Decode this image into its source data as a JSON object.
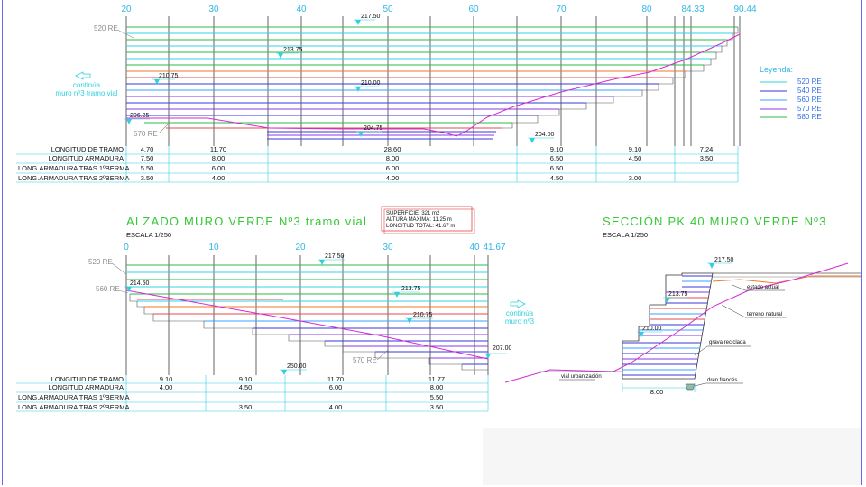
{
  "top": {
    "axis": [
      "20",
      "30",
      "40",
      "50",
      "60",
      "70",
      "80",
      "84.33",
      "90.44"
    ],
    "layer_labels": [
      "520 RE",
      "570 RE"
    ],
    "continua": [
      "continúa",
      "muro nº3  tramo vial"
    ],
    "elevations": [
      "217.50",
      "213.75",
      "210.75",
      "210.00",
      "206.25",
      "204.75",
      "204.00"
    ],
    "legend": {
      "title": "Leyenda:",
      "items": [
        {
          "label": "520 RE",
          "color": "#33d0e6"
        },
        {
          "label": "540 RE",
          "color": "#3a3adc"
        },
        {
          "label": "560 RE",
          "color": "#3aa0ff"
        },
        {
          "label": "570 RE",
          "color": "#8e3ae6"
        },
        {
          "label": "580 RE",
          "color": "#2cb84a"
        }
      ]
    },
    "table": {
      "rows": [
        {
          "label": "LONGITUD DE TRAMO",
          "values": [
            "4.70",
            "11.70",
            "28.60",
            "9.10",
            "9.10",
            "7.24"
          ]
        },
        {
          "label": "LONGITUD ARMADURA",
          "values": [
            "7.50",
            "8.00",
            "8.00",
            "6.50",
            "4.50",
            "3.50"
          ]
        },
        {
          "label": "LONG.ARMADURA TRAS 1ºBERMA",
          "values": [
            "5.50",
            "6.00",
            "6.00",
            "6.50"
          ]
        },
        {
          "label": "LONG.ARMADURA TRAS 2ºBERMA",
          "values": [
            "3.50",
            "4.00",
            "4.00",
            "4.50",
            "3.00"
          ]
        }
      ]
    }
  },
  "bottom_left": {
    "title": "ALZADO MURO VERDE Nº3 tramo vial",
    "scale": "ESCALA 1/250",
    "axis": [
      "0",
      "10",
      "20",
      "30",
      "40",
      "41.67"
    ],
    "layer_labels": [
      "520 RE",
      "560 RE",
      "570 RE"
    ],
    "info_box": [
      "SUPERFICIE: 321 m2",
      "ALTURA MÁXIMA: 11.25 m",
      "LONGITUD TOTAL: 41.67 m"
    ],
    "continua": [
      "continúa",
      "muro nº3"
    ],
    "elevations": [
      "217.50",
      "214.50",
      "213.75",
      "210.75",
      "207.00",
      "250.00"
    ],
    "table": {
      "rows": [
        {
          "label": "LONGITUD DE TRAMO",
          "values": [
            "9.10",
            "9.10",
            "11.70",
            "11.77"
          ]
        },
        {
          "label": "LONGITUD ARMADURA",
          "values": [
            "4.00",
            "4.50",
            "6.00",
            "8.00"
          ]
        },
        {
          "label": "LONG.ARMADURA TRAS 1ºBERMA",
          "values": [
            "5.50"
          ]
        },
        {
          "label": "LONG.ARMADURA TRAS 2ºBERMA",
          "values": [
            "3.50",
            "4.00",
            "3.50"
          ]
        }
      ]
    }
  },
  "bottom_right": {
    "title": "SECCIÓN PK 40 MURO VERDE Nº3",
    "scale": "ESCALA 1/250",
    "elevations": [
      "217.50",
      "213.75",
      "210.00"
    ],
    "callouts": [
      "estado actual",
      "terreno natural",
      "grava reciclada",
      "vial urbanización",
      "dren francés"
    ],
    "width_dim": "8.00"
  }
}
